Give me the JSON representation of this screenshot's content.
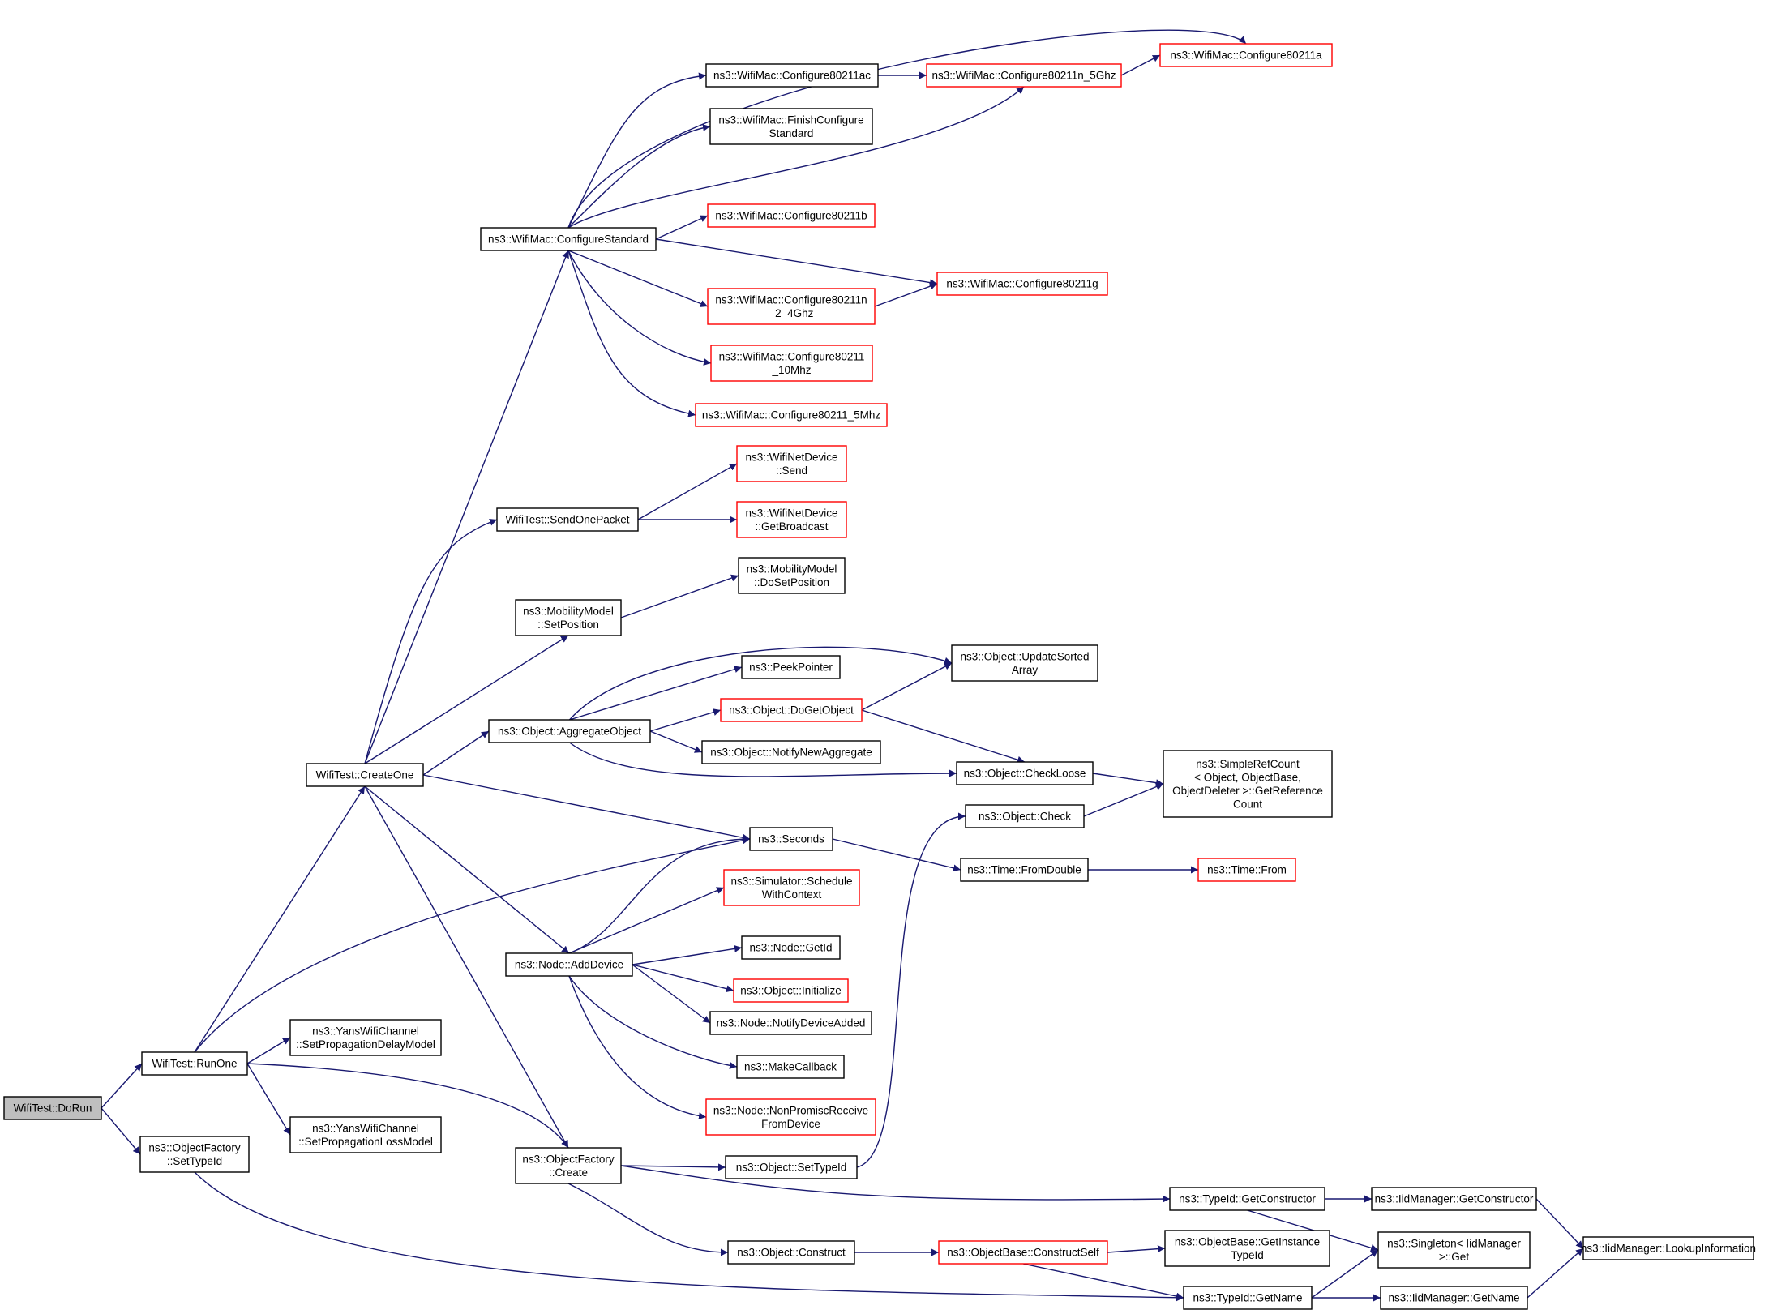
{
  "colors": {
    "edge": "#191970",
    "root_fill": "#bfbfbf",
    "normal_border": "#000000",
    "linked_border": "#ff0000"
  },
  "nodes": [
    {
      "id": "dorun",
      "lines": [
        "WifiTest::DoRun"
      ],
      "style": "root"
    },
    {
      "id": "runone",
      "lines": [
        "WifiTest::RunOne"
      ],
      "style": "normal"
    },
    {
      "id": "of_settypeid",
      "lines": [
        "ns3::ObjectFactory",
        "::SetTypeId"
      ],
      "style": "normal"
    },
    {
      "id": "createone",
      "lines": [
        "WifiTest::CreateOne"
      ],
      "style": "normal"
    },
    {
      "id": "yans_delay",
      "lines": [
        "ns3::YansWifiChannel",
        "::SetPropagationDelayModel"
      ],
      "style": "normal"
    },
    {
      "id": "yans_loss",
      "lines": [
        "ns3::YansWifiChannel",
        "::SetPropagationLossModel"
      ],
      "style": "normal"
    },
    {
      "id": "configstd",
      "lines": [
        "ns3::WifiMac::ConfigureStandard"
      ],
      "style": "normal"
    },
    {
      "id": "sendone",
      "lines": [
        "WifiTest::SendOnePacket"
      ],
      "style": "normal"
    },
    {
      "id": "mm_setpos",
      "lines": [
        "ns3::MobilityModel",
        "::SetPosition"
      ],
      "style": "normal"
    },
    {
      "id": "aggregate",
      "lines": [
        "ns3::Object::AggregateObject"
      ],
      "style": "normal"
    },
    {
      "id": "node_adddev",
      "lines": [
        "ns3::Node::AddDevice"
      ],
      "style": "normal"
    },
    {
      "id": "of_create",
      "lines": [
        "ns3::ObjectFactory",
        "::Create"
      ],
      "style": "normal"
    },
    {
      "id": "cfg_ac",
      "lines": [
        "ns3::WifiMac::Configure80211ac"
      ],
      "style": "normal"
    },
    {
      "id": "finishcfg",
      "lines": [
        "ns3::WifiMac::FinishConfigure",
        "Standard"
      ],
      "style": "normal"
    },
    {
      "id": "cfg_b",
      "lines": [
        "ns3::WifiMac::Configure80211b"
      ],
      "style": "linked"
    },
    {
      "id": "cfg_n24",
      "lines": [
        "ns3::WifiMac::Configure80211n",
        "_2_4Ghz"
      ],
      "style": "linked"
    },
    {
      "id": "cfg_10",
      "lines": [
        "ns3::WifiMac::Configure80211",
        "_10Mhz"
      ],
      "style": "linked"
    },
    {
      "id": "cfg_5",
      "lines": [
        "ns3::WifiMac::Configure80211_5Mhz"
      ],
      "style": "linked"
    },
    {
      "id": "cfg_n5",
      "lines": [
        "ns3::WifiMac::Configure80211n_5Ghz"
      ],
      "style": "linked"
    },
    {
      "id": "cfg_a",
      "lines": [
        "ns3::WifiMac::Configure80211a"
      ],
      "style": "linked"
    },
    {
      "id": "cfg_g",
      "lines": [
        "ns3::WifiMac::Configure80211g"
      ],
      "style": "linked"
    },
    {
      "id": "wnd_send",
      "lines": [
        "ns3::WifiNetDevice",
        "::Send"
      ],
      "style": "linked"
    },
    {
      "id": "wnd_bcast",
      "lines": [
        "ns3::WifiNetDevice",
        "::GetBroadcast"
      ],
      "style": "linked"
    },
    {
      "id": "mm_dosetpos",
      "lines": [
        "ns3::MobilityModel",
        "::DoSetPosition"
      ],
      "style": "normal"
    },
    {
      "id": "peekpointer",
      "lines": [
        "ns3::PeekPointer"
      ],
      "style": "normal"
    },
    {
      "id": "dogetobject",
      "lines": [
        "ns3::Object::DoGetObject"
      ],
      "style": "linked"
    },
    {
      "id": "notifynewagg",
      "lines": [
        "ns3::Object::NotifyNewAggregate"
      ],
      "style": "normal"
    },
    {
      "id": "updatesorted",
      "lines": [
        "ns3::Object::UpdateSorted",
        "Array"
      ],
      "style": "normal"
    },
    {
      "id": "checkloose",
      "lines": [
        "ns3::Object::CheckLoose"
      ],
      "style": "normal"
    },
    {
      "id": "getrefcount",
      "lines": [
        "ns3::SimpleRefCount",
        "< Object, ObjectBase,",
        "ObjectDeleter >::GetReference",
        "Count"
      ],
      "style": "normal"
    },
    {
      "id": "objcheck",
      "lines": [
        "ns3::Object::Check"
      ],
      "style": "normal"
    },
    {
      "id": "seconds",
      "lines": [
        "ns3::Seconds"
      ],
      "style": "normal"
    },
    {
      "id": "fromdouble",
      "lines": [
        "ns3::Time::FromDouble"
      ],
      "style": "normal"
    },
    {
      "id": "timefrom",
      "lines": [
        "ns3::Time::From"
      ],
      "style": "linked"
    },
    {
      "id": "schedule",
      "lines": [
        "ns3::Simulator::Schedule",
        "WithContext"
      ],
      "style": "linked"
    },
    {
      "id": "getid",
      "lines": [
        "ns3::Node::GetId"
      ],
      "style": "normal"
    },
    {
      "id": "initialize",
      "lines": [
        "ns3::Object::Initialize"
      ],
      "style": "linked"
    },
    {
      "id": "notifydev",
      "lines": [
        "ns3::Node::NotifyDeviceAdded"
      ],
      "style": "normal"
    },
    {
      "id": "makecallback",
      "lines": [
        "ns3::MakeCallback"
      ],
      "style": "normal"
    },
    {
      "id": "nonpromisc",
      "lines": [
        "ns3::Node::NonPromiscReceive",
        "FromDevice"
      ],
      "style": "linked"
    },
    {
      "id": "obj_settypeid",
      "lines": [
        "ns3::Object::SetTypeId"
      ],
      "style": "normal"
    },
    {
      "id": "construct",
      "lines": [
        "ns3::Object::Construct"
      ],
      "style": "normal"
    },
    {
      "id": "constructself",
      "lines": [
        "ns3::ObjectBase::ConstructSelf"
      ],
      "style": "linked"
    },
    {
      "id": "getconstructor",
      "lines": [
        "ns3::TypeId::GetConstructor"
      ],
      "style": "normal"
    },
    {
      "id": "getinstance",
      "lines": [
        "ns3::ObjectBase::GetInstance",
        "TypeId"
      ],
      "style": "normal"
    },
    {
      "id": "typeid_getname",
      "lines": [
        "ns3::TypeId::GetName"
      ],
      "style": "normal"
    },
    {
      "id": "iid_getconstructor",
      "lines": [
        "ns3::IidManager::GetConstructor"
      ],
      "style": "normal"
    },
    {
      "id": "singleton_get",
      "lines": [
        "ns3::Singleton< IidManager",
        ">::Get"
      ],
      "style": "normal"
    },
    {
      "id": "iid_getname",
      "lines": [
        "ns3::IidManager::GetName"
      ],
      "style": "normal"
    },
    {
      "id": "lookupinfo",
      "lines": [
        "ns3::IidManager::LookupInformation"
      ],
      "style": "normal"
    }
  ],
  "edges": [
    [
      "dorun",
      "runone"
    ],
    [
      "dorun",
      "of_settypeid"
    ],
    [
      "runone",
      "createone"
    ],
    [
      "runone",
      "seconds"
    ],
    [
      "runone",
      "yans_delay"
    ],
    [
      "runone",
      "yans_loss"
    ],
    [
      "runone",
      "of_create"
    ],
    [
      "of_settypeid",
      "typeid_getname"
    ],
    [
      "createone",
      "configstd"
    ],
    [
      "createone",
      "sendone"
    ],
    [
      "createone",
      "mm_setpos"
    ],
    [
      "createone",
      "aggregate"
    ],
    [
      "createone",
      "seconds"
    ],
    [
      "createone",
      "node_adddev"
    ],
    [
      "createone",
      "of_create"
    ],
    [
      "configstd",
      "cfg_a"
    ],
    [
      "configstd",
      "cfg_ac"
    ],
    [
      "configstd",
      "finishcfg"
    ],
    [
      "configstd",
      "cfg_n5"
    ],
    [
      "configstd",
      "cfg_b"
    ],
    [
      "configstd",
      "cfg_g"
    ],
    [
      "configstd",
      "cfg_n24"
    ],
    [
      "configstd",
      "cfg_10"
    ],
    [
      "configstd",
      "cfg_5"
    ],
    [
      "cfg_ac",
      "cfg_n5"
    ],
    [
      "cfg_n5",
      "cfg_a"
    ],
    [
      "cfg_n24",
      "cfg_g"
    ],
    [
      "sendone",
      "wnd_send"
    ],
    [
      "sendone",
      "wnd_bcast"
    ],
    [
      "mm_setpos",
      "mm_dosetpos"
    ],
    [
      "aggregate",
      "updatesorted"
    ],
    [
      "aggregate",
      "peekpointer"
    ],
    [
      "aggregate",
      "dogetobject"
    ],
    [
      "aggregate",
      "notifynewagg"
    ],
    [
      "aggregate",
      "checkloose"
    ],
    [
      "dogetobject",
      "updatesorted"
    ],
    [
      "dogetobject",
      "checkloose"
    ],
    [
      "checkloose",
      "getrefcount"
    ],
    [
      "objcheck",
      "getrefcount"
    ],
    [
      "seconds",
      "fromdouble"
    ],
    [
      "fromdouble",
      "timefrom"
    ],
    [
      "node_adddev",
      "seconds"
    ],
    [
      "node_adddev",
      "schedule"
    ],
    [
      "node_adddev",
      "getid"
    ],
    [
      "node_adddev",
      "initialize"
    ],
    [
      "node_adddev",
      "notifydev"
    ],
    [
      "node_adddev",
      "makecallback"
    ],
    [
      "node_adddev",
      "nonpromisc"
    ],
    [
      "of_create",
      "obj_settypeid"
    ],
    [
      "of_create",
      "getconstructor"
    ],
    [
      "of_create",
      "construct"
    ],
    [
      "obj_settypeid",
      "objcheck"
    ],
    [
      "construct",
      "constructself"
    ],
    [
      "constructself",
      "getinstance"
    ],
    [
      "constructself",
      "typeid_getname"
    ],
    [
      "getconstructor",
      "iid_getconstructor"
    ],
    [
      "getconstructor",
      "singleton_get"
    ],
    [
      "iid_getconstructor",
      "lookupinfo"
    ],
    [
      "typeid_getname",
      "singleton_get"
    ],
    [
      "typeid_getname",
      "iid_getname"
    ],
    [
      "iid_getname",
      "lookupinfo"
    ]
  ]
}
